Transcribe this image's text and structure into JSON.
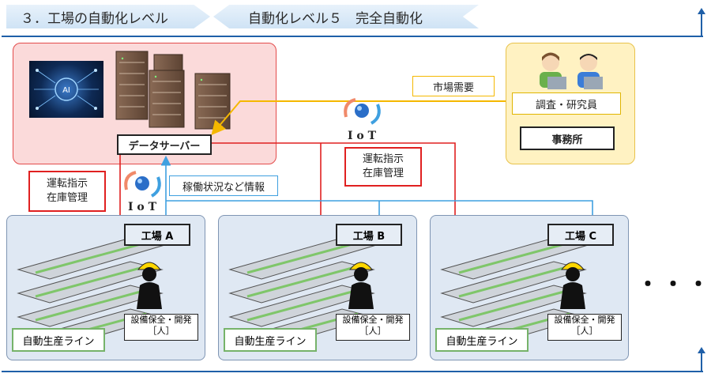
{
  "header": {
    "section_title": "３．工場の自動化レベル",
    "level_title": "自動化レベル５　完全自動化"
  },
  "server": {
    "label": "データサーバー"
  },
  "office": {
    "researchers_label": "調査・研究員",
    "office_label": "事務所"
  },
  "flows": {
    "market_demand": "市場需要",
    "operation_instruction_left": [
      "運転指示",
      "在庫管理"
    ],
    "operation_instruction_right": [
      "運転指示",
      "在庫管理"
    ],
    "operation_status": "稼働状況など情報",
    "iot_top": "I o T",
    "iot_left": "I o T"
  },
  "factories": [
    {
      "name": "工場 A",
      "worker_line1": "設備保全・開発",
      "worker_line2": "［人］",
      "line_label": "自動生産ライン"
    },
    {
      "name": "工場 B",
      "worker_line1": "設備保全・開発",
      "worker_line2": "［人］",
      "line_label": "自動生産ライン"
    },
    {
      "name": "工場 C",
      "worker_line1": "設備保全・開発",
      "worker_line2": "［人］",
      "line_label": "自動生産ライン"
    }
  ],
  "more_indicator": "・・・",
  "colors": {
    "accent_blue": "#1f5fa8",
    "red_arrow": "#e02020",
    "yellow_arrow": "#f5b800",
    "blue_line": "#3fa0e0",
    "server_bg": "#fbdada",
    "office_bg": "#fff2c2",
    "factory_bg": "#dfe8f3"
  }
}
